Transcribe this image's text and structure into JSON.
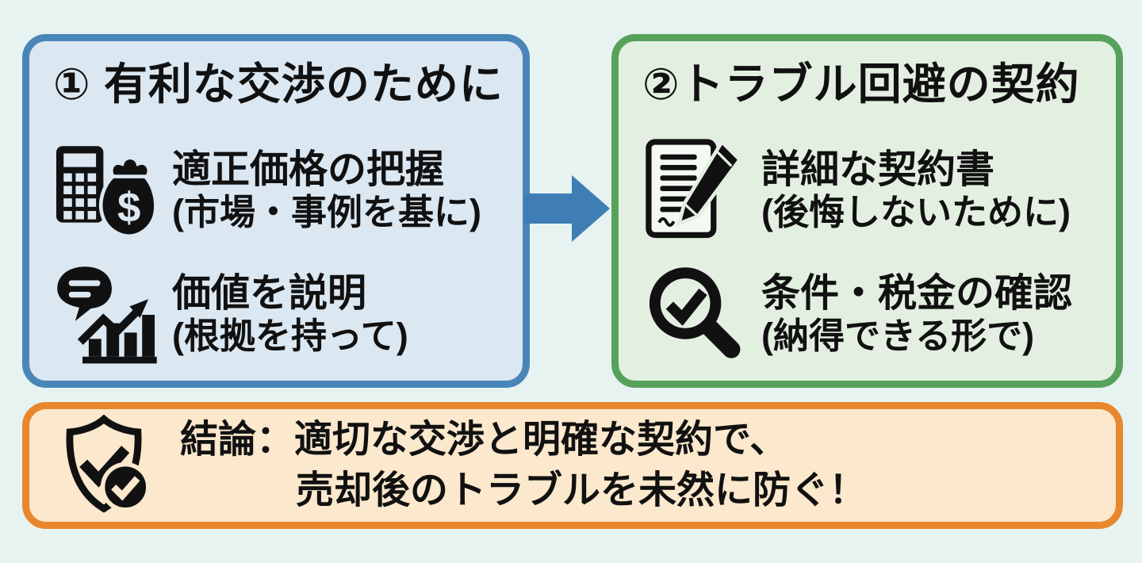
{
  "page": {
    "background_color": "#E6F3F1",
    "text_color": "#111111"
  },
  "left_box": {
    "border_color": "#4A85B8",
    "fill_color": "#DBE7F1",
    "title": "① 有利な交渉のために",
    "items": [
      {
        "icon": "calculator-moneybag",
        "heading": "適正価格の把握",
        "note": "(市場・事例を基に)"
      },
      {
        "icon": "speech-bubble-chart",
        "heading": "価値を説明",
        "note": "(根拠を持って)"
      }
    ]
  },
  "right_box": {
    "border_color": "#57A25B",
    "fill_color": "#E3F0E1",
    "title": "②トラブル回避の契約",
    "items": [
      {
        "icon": "contract-pen",
        "heading": "詳細な契約書",
        "note": "(後悔しないために)"
      },
      {
        "icon": "magnifier-check",
        "heading": "条件・税金の確認",
        "note": "(納得できる形で)"
      }
    ]
  },
  "arrow": {
    "color": "#3E7EB5",
    "direction": "right"
  },
  "conclusion_box": {
    "border_color": "#E8872D",
    "fill_color": "#FBE8CD",
    "icon": "shield-check",
    "line1": "結論：適切な交渉と明確な契約で、",
    "line2": "売却後のトラブルを未然に防ぐ！"
  }
}
